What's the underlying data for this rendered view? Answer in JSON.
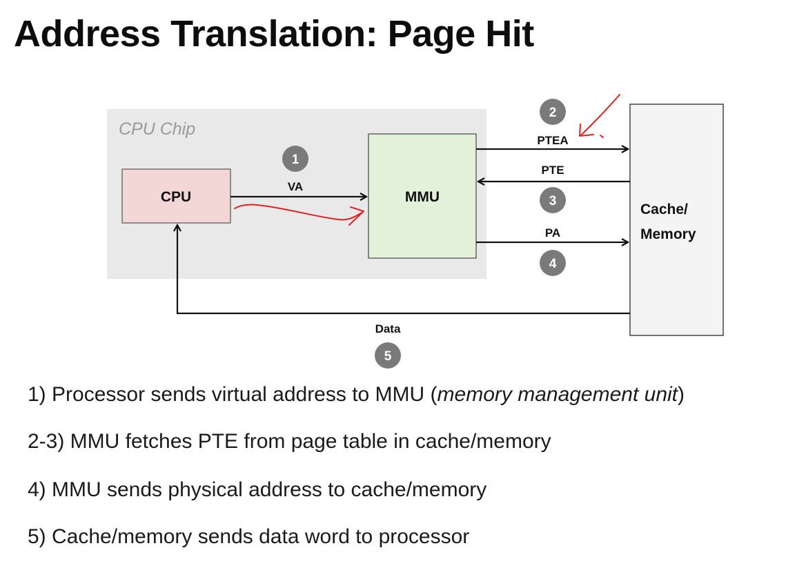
{
  "slide": {
    "title": "Address Translation: Page Hit"
  },
  "diagram": {
    "cpu_chip_label": "CPU Chip",
    "cpu_label": "CPU",
    "mmu_label": "MMU",
    "cache_memory_label_line1": "Cache/",
    "cache_memory_label_line2": "Memory",
    "arrows": {
      "va_label": "VA",
      "ptea_label": "PTEA",
      "pte_label": "PTE",
      "pa_label": "PA",
      "data_label": "Data"
    },
    "step_badges": [
      "1",
      "2",
      "3",
      "4",
      "5"
    ],
    "colors": {
      "chip_background": "#e9e9e9",
      "cpu_fill": "#f2d7d6",
      "mmu_fill": "#e3f1da",
      "memory_fill": "#f4f4f4",
      "badge_fill": "#7a7a7a",
      "annotation_red": "#e02020"
    }
  },
  "steps": [
    {
      "prefix": "1) Processor sends virtual address to MMU (",
      "emphasis": "memory management unit",
      "suffix": ")"
    },
    {
      "text": "2-3) MMU fetches PTE from page table in cache/memory"
    },
    {
      "text": "4) MMU sends physical address to cache/memory"
    },
    {
      "text": "5) Cache/memory sends data word to processor"
    }
  ]
}
